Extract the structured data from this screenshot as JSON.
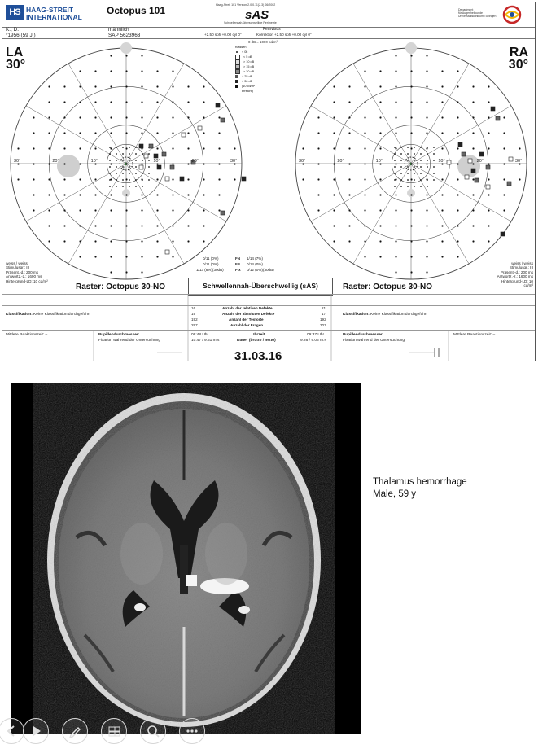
{
  "header": {
    "logo_mark": "HS",
    "logo_line1": "HAAG-STREIT",
    "logo_line2": "INTERNATIONAL",
    "program": "Octopus 101",
    "program_tiny": "Haag-Streit 101 Version 2.0.0.11(2.3) 06/2002",
    "test_name": "sAS",
    "test_subtitle": "Schwellennah-überschwellige Perimetrie",
    "university_lines": [
      "Department",
      "für Augenheilkunde",
      "Universitätsklinikum Tübingen"
    ]
  },
  "patient": {
    "name": "K., D.",
    "birth": "*1956 (59 J.)",
    "sex": "männlich",
    "sap": "SAP 5623963",
    "mode": "Fernvisus",
    "correction_left": "+2.50 sph +0.00 cyl 0°",
    "correction_label": "Korrektion",
    "correction_right": "+2.50 sph +0.00 cyl 0°",
    "scale_note": "0 dB = 1000 cd/m²"
  },
  "left_eye": {
    "label": "LA",
    "field": "30°",
    "params": [
      "weiss / weiss",
      "Stimulusgr.: III",
      "Präsent.-d.: 200 ms",
      "Antwortz.-z.: 1600 ms",
      "Hintergrund-LD: 10 cd/m²"
    ],
    "raster": "Raster: Octopus 30-NO",
    "axis_labels": [
      "30°",
      "20°",
      "10°",
      "10°",
      "20°",
      "30°"
    ]
  },
  "right_eye": {
    "label": "RA",
    "field": "30°",
    "params": [
      "weiss / weiss",
      "Stimulusgr.: III",
      "Präsent.-d.: 200 ms",
      "Antwortz.-z.: 1600 ms",
      "Hintergrund-LD: 10 cd/m²"
    ],
    "raster": "Raster: Octopus 30-NO",
    "axis_labels": [
      "30°",
      "20°",
      "10°",
      "10°",
      "20°",
      "30°"
    ]
  },
  "legend": {
    "title": "Klassen",
    "items": [
      "< 0k",
      "< 5 dB",
      "> 10 dB",
      "> 15 dB",
      "> 20 dB",
      "> 25 dB",
      "> 30 dB",
      "(10 cd/m²",
      "erreicht)"
    ]
  },
  "reliability": {
    "left": [
      "0/11 (0%)",
      "0/11 (0%)",
      "1/13 (8%)(30dB)"
    ],
    "labels": [
      "FN",
      "FP",
      "Fix"
    ],
    "right": [
      "1/14 (7%)",
      "0/14 (0%)",
      "0/12 (0%)(30dB)"
    ]
  },
  "stats": {
    "title": "Schwellennah-Überschwellig (sAS)",
    "classification_label": "Klassifikation:",
    "classification_value": "Keine Klassifikation durchgeführt",
    "rows": [
      {
        "left": "16",
        "label": "Anzahl der relativen Defekte",
        "right": "21"
      },
      {
        "left": "19",
        "label": "Anzahl der absoluten Defekte",
        "right": "17"
      },
      {
        "left": "192",
        "label": "Anzahl der Testorte",
        "right": "192"
      },
      {
        "left": "297",
        "label": "Anzahl der Fragen",
        "right": "307"
      }
    ]
  },
  "footer": {
    "reaction_left": "Mittlere Reaktionszeit: –",
    "pupil_label": "Pupillendurchmesser:",
    "fixation_label": "Fixation während der Untersuchung",
    "time_left": "09:48 Uhr",
    "duration_left": "10:47 / 9:51 m:s",
    "time_label": "Uhrzeit",
    "duration_label": "Dauer (brutto / netto)",
    "time_right": "09:37 Uhr",
    "duration_right": "9:26 / 9:06 m:s",
    "pupil_label_r": "Pupillendurchmesser:",
    "fixation_label_r": "Fixation während der Untersuchung",
    "reaction_right": "Mittlere Reaktionszeit: –",
    "date": "31.03.16"
  },
  "caption": {
    "line1": "Thalamus hemorrhage",
    "line2": "Male, 59 y"
  },
  "controls": [
    "back-icon",
    "play-icon",
    "pen-icon",
    "slides-icon",
    "zoom-icon",
    "more-icon"
  ]
}
